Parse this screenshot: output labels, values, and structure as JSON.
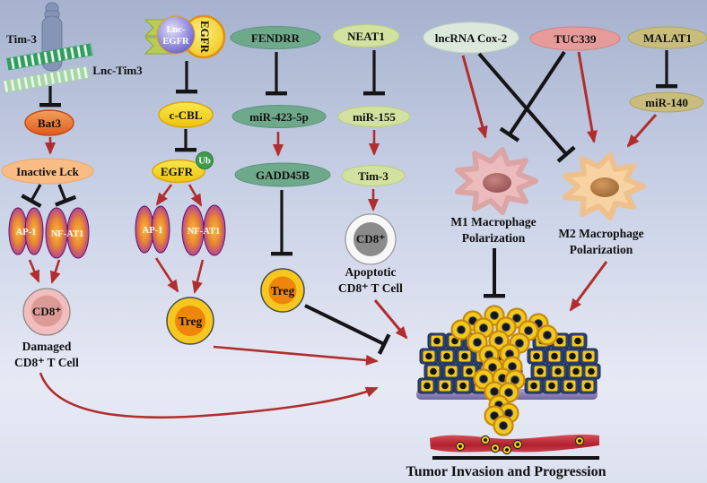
{
  "diagram": {
    "col_tim3": {
      "receptor": "Tim-3",
      "lncrna": "Lnc-Tim3",
      "bat3": "Bat3",
      "lck": "Inactive Lck",
      "ap1": "AP-1",
      "nfat1": "NF-AT1",
      "cell": "CD8⁺",
      "caption1": "Damaged",
      "caption2": "CD8⁺ T Cell"
    },
    "col_egfr": {
      "lnc1": "Lnc-",
      "lnc2": "EGFR",
      "receptor": "EGFR",
      "ccbl": "c-CBL",
      "egfr": "EGFR",
      "ub": "Ub",
      "ap1": "AP-1",
      "nfat1": "NF-AT1",
      "treg": "Treg"
    },
    "col_fendrr": {
      "lncrna": "FENDRR",
      "mirna": "miR-423-5p",
      "target": "GADD45B",
      "treg": "Treg"
    },
    "col_neat1": {
      "lncrna": "NEAT1",
      "mirna": "miR-155",
      "target": "Tim-3",
      "cell": "CD8⁺",
      "caption1": "Apoptotic",
      "caption2": "CD8⁺ T Cell"
    },
    "col_cox2": {
      "lncrna": "lncRNA Cox-2"
    },
    "col_tuc339": {
      "lncrna": "TUC339"
    },
    "col_malat1": {
      "lncrna": "MALAT1",
      "mirna": "miR-140"
    },
    "m1": {
      "line1": "M1 Macrophage",
      "line2": "Polarization"
    },
    "m2": {
      "line1": "M2 Macrophage",
      "line2": "Polarization"
    },
    "outcome": {
      "caption": "Tumor Invasion and Progression"
    }
  },
  "colors": {
    "promote_arrow": "#b22d2d",
    "inhibit_line": "#151515",
    "green_node": "#6fa98c",
    "light_green_node": "#d2e1a0",
    "pale_node": "#dce8db",
    "pink_node": "#e59b9a",
    "tan_node": "#c9bd7d",
    "yellow_node": "#f0c90f",
    "orange_node": "#e8702e",
    "treg_cell": "#f6c71f",
    "tumor_cell_wall": "#2e4070",
    "vessel": "#b02030"
  }
}
